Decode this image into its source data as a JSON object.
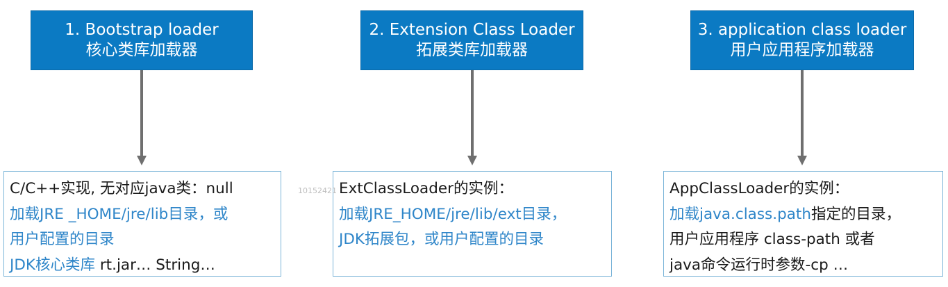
{
  "colors": {
    "box_fill": "#0b7ac3",
    "box_text": "#ffffff",
    "arrow": "#6f6f6f",
    "detail_border": "#7ab4d8",
    "highlight_text": "#2f86c9",
    "body_text": "#1a1a1a"
  },
  "loaders": [
    {
      "title": "1. Bootstrap loader",
      "subtitle": "核心类库加载器",
      "details": [
        [
          {
            "text": "C/C++实现, 无对应java类：",
            "color": "dark"
          },
          {
            "text": "null",
            "color": "dark"
          }
        ],
        [
          {
            "text": "加载JRE _HOME/jre/lib目录，或",
            "color": "blue"
          }
        ],
        [
          {
            "text": "用户配置的目录",
            "color": "blue"
          }
        ],
        [
          {
            "text": "JDK核心类库",
            "color": "blue"
          },
          {
            "text": " rt.jar… String…",
            "color": "dark"
          }
        ]
      ]
    },
    {
      "title": "2. Extension Class Loader",
      "subtitle": "拓展类库加载器",
      "details": [
        [
          {
            "text": "ExtClassLoader的实例：",
            "color": "dark"
          }
        ],
        [
          {
            "text": "加载JRE_HOME/jre/lib/ext目录，",
            "color": "blue"
          }
        ],
        [
          {
            "text": "JDK拓展包，或用户配置的目录",
            "color": "blue"
          }
        ]
      ]
    },
    {
      "title": "3. application class loader",
      "subtitle": "用户应用程序加载器",
      "details": [
        [
          {
            "text": "AppClassLoader的实例：",
            "color": "dark"
          }
        ],
        [
          {
            "text": "加载java.class.path",
            "color": "blue"
          },
          {
            "text": "指定的目录，",
            "color": "dark"
          }
        ],
        [
          {
            "text": "用户应用程序 class-path    或者",
            "color": "dark"
          }
        ],
        [
          {
            "text": "java命令运行时参数-cp …",
            "color": "dark"
          }
        ]
      ]
    }
  ],
  "watermark": "10152421"
}
